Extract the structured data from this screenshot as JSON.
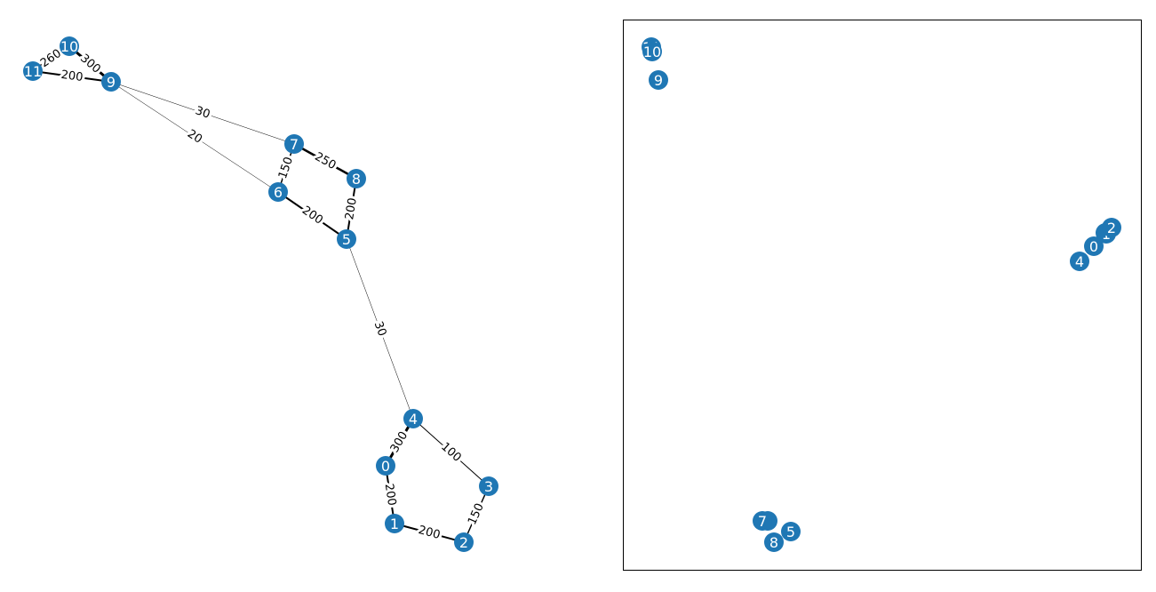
{
  "node_color": "#1f77b4",
  "node_label_color": "#ffffff",
  "edge_color": "#000000",
  "left_graph": {
    "nodes": [
      "0",
      "1",
      "2",
      "3",
      "4",
      "5",
      "6",
      "7",
      "8",
      "9",
      "10",
      "11"
    ],
    "edges": [
      {
        "from": "0",
        "to": "1",
        "weight": "200"
      },
      {
        "from": "1",
        "to": "2",
        "weight": "200"
      },
      {
        "from": "2",
        "to": "3",
        "weight": "150"
      },
      {
        "from": "3",
        "to": "4",
        "weight": "100"
      },
      {
        "from": "4",
        "to": "0",
        "weight": "300"
      },
      {
        "from": "4",
        "to": "5",
        "weight": "30"
      },
      {
        "from": "5",
        "to": "6",
        "weight": "200"
      },
      {
        "from": "6",
        "to": "7",
        "weight": "150"
      },
      {
        "from": "7",
        "to": "8",
        "weight": "250"
      },
      {
        "from": "8",
        "to": "5",
        "weight": "200"
      },
      {
        "from": "6",
        "to": "9",
        "weight": "20"
      },
      {
        "from": "7",
        "to": "9",
        "weight": "30"
      },
      {
        "from": "9",
        "to": "10",
        "weight": "300"
      },
      {
        "from": "9",
        "to": "11",
        "weight": "200"
      },
      {
        "from": "10",
        "to": "11",
        "weight": "260"
      }
    ]
  },
  "right_graph": {
    "nodes": [
      "0",
      "1",
      "2",
      "3",
      "4",
      "5",
      "6",
      "7",
      "8",
      "9",
      "10",
      "11"
    ]
  }
}
